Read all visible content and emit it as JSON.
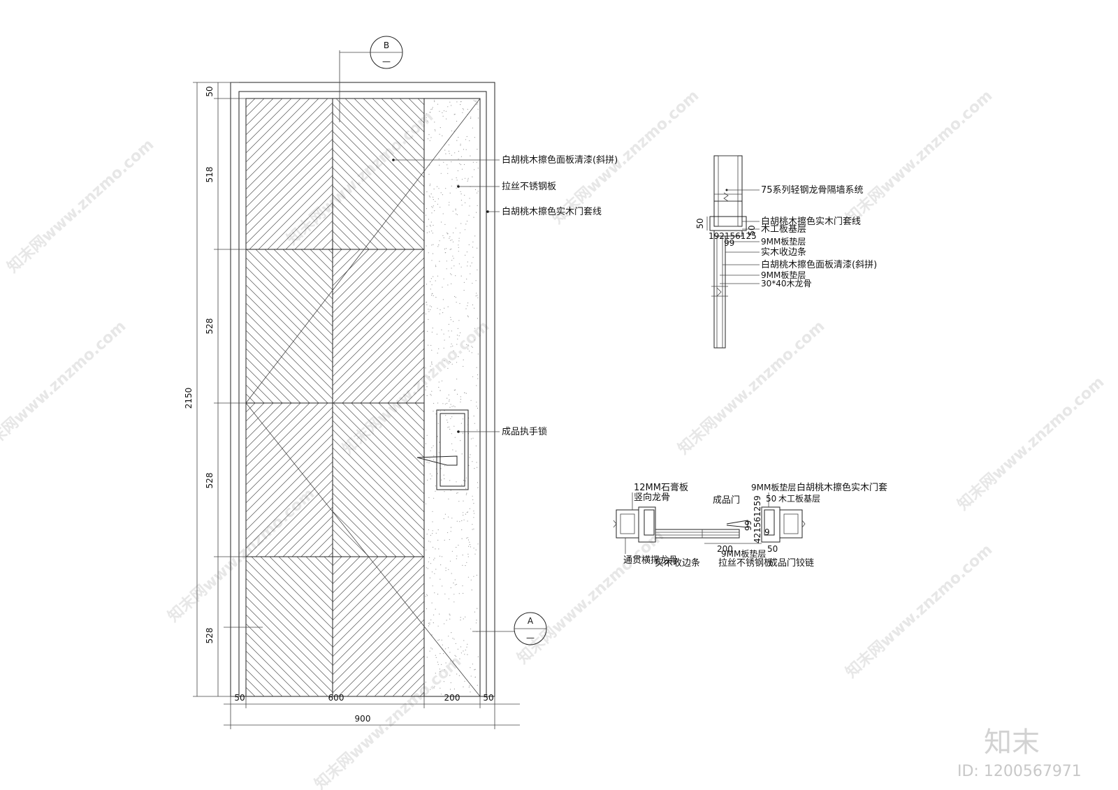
{
  "markers": {
    "section_b": {
      "letter": "B",
      "sub": "—"
    },
    "section_a": {
      "letter": "A",
      "sub": "—"
    }
  },
  "elevation": {
    "dims_vertical": [
      "50",
      "518",
      "528",
      "528",
      "528"
    ],
    "dim_total_height": "2150",
    "dims_horizontal": [
      "50",
      "600",
      "200",
      "50"
    ],
    "dim_total_width": "900",
    "callouts": [
      "白胡桃木擦色面板清漆(斜拼)",
      "拉丝不锈钢板",
      "白胡桃木擦色实木门套线",
      "成品执手锁"
    ]
  },
  "section_vertical": {
    "labels": [
      "75系列轻钢龙骨隔墙系统",
      "白胡桃木擦色实木门套线",
      "木工板基层",
      "9MM板垫层",
      "实木收边条",
      "白胡桃木擦色面板清漆(斜拼)",
      "9MM板垫层",
      "30*40木龙骨"
    ],
    "dims": [
      "50",
      "50",
      "192156125",
      "99"
    ]
  },
  "section_horizontal": {
    "top_labels": [
      "12MM石膏板",
      "竖向龙骨",
      "9MM板垫层",
      "白胡桃木擦色实木门套",
      "成品门",
      "50",
      "木工板基层"
    ],
    "bottom_labels": [
      "通贯横撑龙骨",
      "实木收边条",
      "9MM板垫层",
      "拉丝不锈钢板",
      "成品门铰链"
    ],
    "dims": [
      "200",
      "50",
      "99",
      "421561259",
      "9"
    ]
  },
  "watermark": {
    "text": "知末网www.znzmo.com"
  },
  "brand": {
    "name": "知末",
    "id": "ID: 1200567971"
  }
}
